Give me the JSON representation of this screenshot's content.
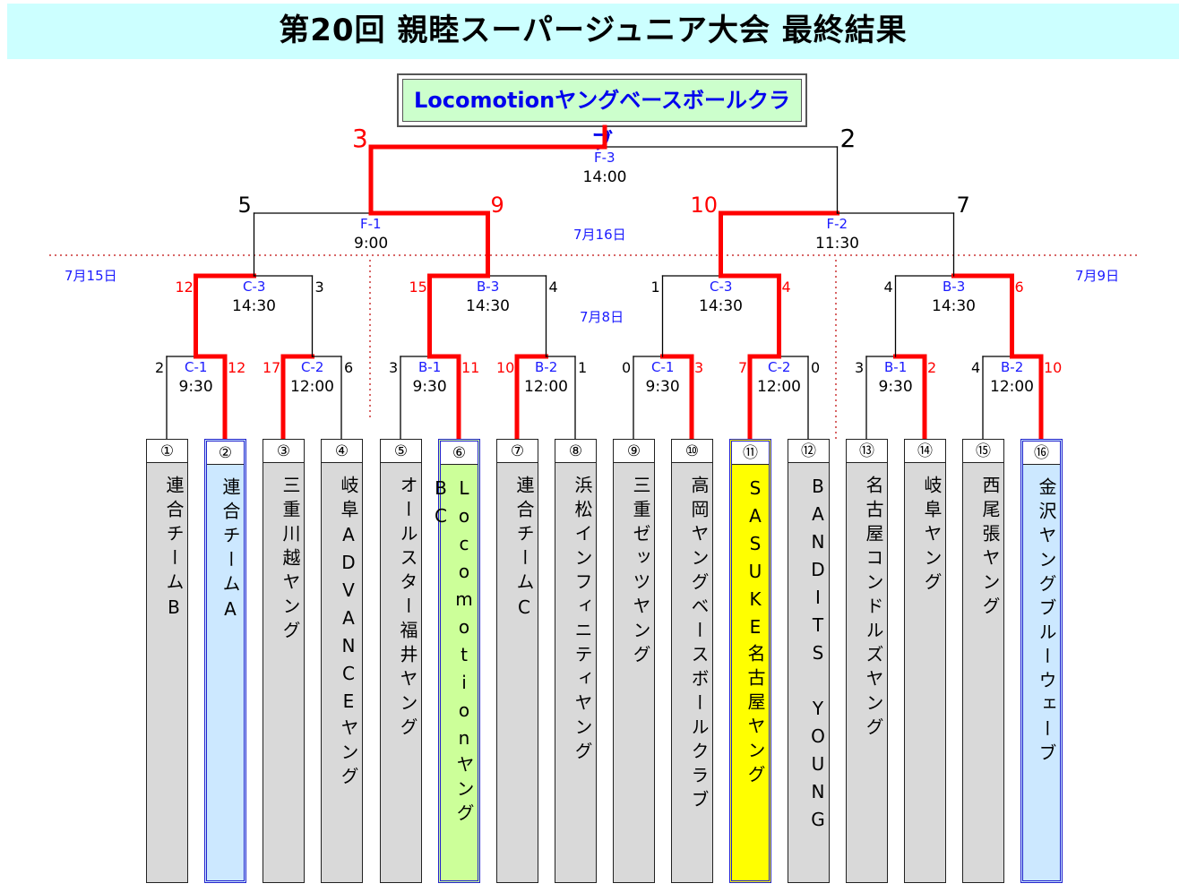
{
  "title": "第20回 親睦スーパージュニア大会 最終結果",
  "champion": "Locomotionヤングベースボールクラブ",
  "dates": {
    "d715": "7月15日",
    "d716": "7月16日",
    "d78": "7月8日",
    "d79": "7月9日"
  },
  "teams": [
    {
      "num": "①",
      "name": "連合チームB",
      "style": "gray"
    },
    {
      "num": "②",
      "name": "連合チームA",
      "style": "blue"
    },
    {
      "num": "③",
      "name": "三重川越ヤング",
      "style": "gray"
    },
    {
      "num": "④",
      "name": "岐阜ADVANCEヤング",
      "style": "gray"
    },
    {
      "num": "⑤",
      "name": "オールスター福井ヤング",
      "style": "gray"
    },
    {
      "num": "⑥",
      "name": "LocomotionヤングBC",
      "style": "green"
    },
    {
      "num": "⑦",
      "name": "連合チームC",
      "style": "gray"
    },
    {
      "num": "⑧",
      "name": "浜松インフィニティヤング",
      "style": "gray"
    },
    {
      "num": "⑨",
      "name": "三重ゼッツヤング",
      "style": "gray"
    },
    {
      "num": "⑩",
      "name": "高岡ヤングベースボールクラブ",
      "style": "gray"
    },
    {
      "num": "⑪",
      "name": "SASUKE名古屋ヤング",
      "style": "yellow"
    },
    {
      "num": "⑫",
      "name": "BANDITS YOUNG",
      "style": "gray"
    },
    {
      "num": "⑬",
      "name": "名古屋コンドルズヤング",
      "style": "gray"
    },
    {
      "num": "⑭",
      "name": "岐阜ヤング",
      "style": "gray"
    },
    {
      "num": "⑮",
      "name": "西尾張ヤング",
      "style": "gray"
    },
    {
      "num": "⑯",
      "name": "金沢ヤングブルーウェーブ",
      "style": "lightblue"
    }
  ],
  "games": {
    "r1": [
      {
        "code": "C-1",
        "time": "9:30",
        "left": "2",
        "right": "12"
      },
      {
        "code": "C-2",
        "time": "12:00",
        "left": "17",
        "right": "6"
      },
      {
        "code": "B-1",
        "time": "9:30",
        "left": "3",
        "right": "11"
      },
      {
        "code": "B-2",
        "time": "12:00",
        "left": "10",
        "right": "1"
      },
      {
        "code": "C-1",
        "time": "9:30",
        "left": "0",
        "right": "3"
      },
      {
        "code": "C-2",
        "time": "12:00",
        "left": "7",
        "right": "0"
      },
      {
        "code": "B-1",
        "time": "9:30",
        "left": "3",
        "right": "2"
      },
      {
        "code": "B-2",
        "time": "12:00",
        "left": "4",
        "right": "10"
      }
    ],
    "r2": [
      {
        "code": "C-3",
        "time": "14:30",
        "left": "12",
        "right": "3"
      },
      {
        "code": "B-3",
        "time": "14:30",
        "left": "15",
        "right": "4"
      },
      {
        "code": "C-3",
        "time": "14:30",
        "left": "1",
        "right": "4"
      },
      {
        "code": "B-3",
        "time": "14:30",
        "left": "4",
        "right": "6"
      }
    ],
    "sf": [
      {
        "code": "F-1",
        "time": "9:00",
        "left": "5",
        "right": "9"
      },
      {
        "code": "F-2",
        "time": "11:30",
        "left": "10",
        "right": "7"
      }
    ],
    "final": {
      "code": "F-3",
      "time": "14:00",
      "left": "3",
      "right": "2"
    }
  },
  "colors": {
    "winner_line": "#ff0000",
    "label_blue": "#1a1aff",
    "title_bg": "#ccffff",
    "champion_bg": "#ccffcc",
    "yellow": "#ffff00",
    "green": "#ccff99",
    "lightblue": "#cce8ff"
  }
}
